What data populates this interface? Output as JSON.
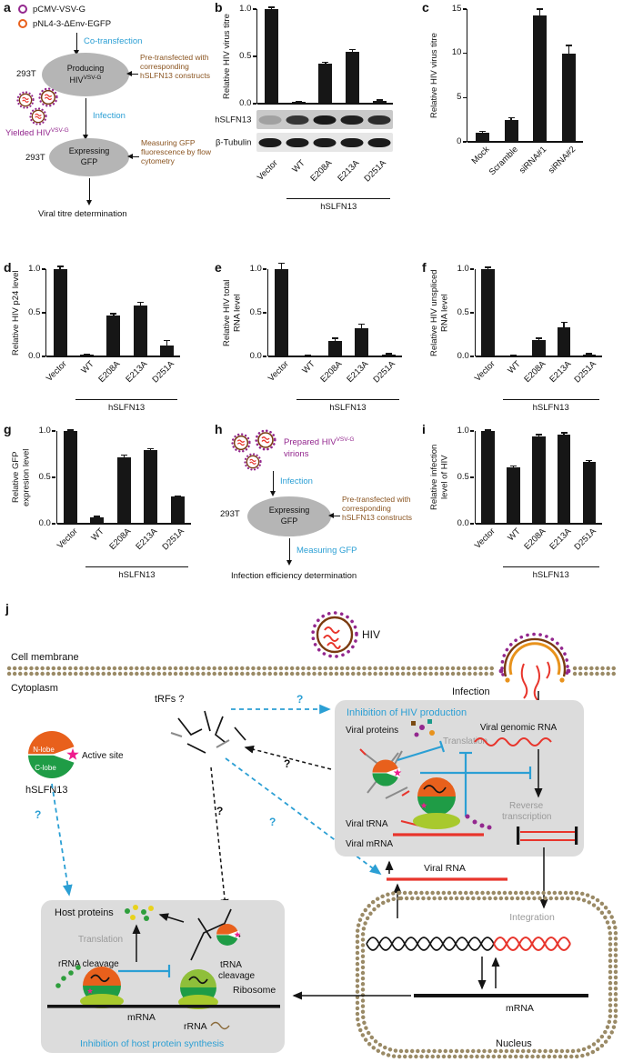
{
  "colors": {
    "blue": "#2b9fd4",
    "brown_text": "#8a5420",
    "purple_text": "#93278e",
    "red": "#e8352c",
    "orange": "#e8601c",
    "green": "#1f9c46",
    "light_green": "#8fbf3a",
    "yellow_green": "#a8c92d",
    "gray_box": "#dcdcdc",
    "gray_text": "#9a9a9a",
    "membrane": "#9a8a66",
    "magenta": "#ee1d8e",
    "bar": "#161616"
  },
  "chart_data": [
    {
      "id": "b",
      "type": "bar",
      "ylabel": "Relative HIV virus titre",
      "categories": [
        "Vector",
        "WT",
        "E208A",
        "E213A",
        "D251A"
      ],
      "values": [
        1.0,
        0.02,
        0.42,
        0.55,
        0.03
      ],
      "errors": [
        0.02,
        0.005,
        0.02,
        0.02,
        0.01
      ],
      "ylim": [
        0,
        1.0
      ],
      "yticks": [
        0,
        0.5,
        1.0
      ],
      "ytick_labels": [
        "0.0",
        "0.5",
        "1.0"
      ],
      "group_label": "hSLFN13",
      "group_span": [
        1,
        4
      ],
      "legend_position": "none",
      "grid": false
    },
    {
      "id": "c",
      "type": "bar",
      "ylabel": "Relative HIV virus titre",
      "categories": [
        "Mock",
        "Scramble",
        "siRNA#1",
        "siRNA#2"
      ],
      "values": [
        1.0,
        2.5,
        14.3,
        10.0
      ],
      "errors": [
        0.2,
        0.2,
        0.7,
        0.9
      ],
      "ylim": [
        0,
        15
      ],
      "yticks": [
        0,
        5,
        10,
        15
      ],
      "ytick_labels": [
        "0",
        "5",
        "10",
        "15"
      ],
      "grid": false
    },
    {
      "id": "d",
      "type": "bar",
      "ylabel": "Relative HIV p24 level",
      "categories": [
        "Vector",
        "WT",
        "E208A",
        "E213A",
        "D251A"
      ],
      "values": [
        1.0,
        0.02,
        0.47,
        0.58,
        0.13
      ],
      "errors": [
        0.03,
        0.005,
        0.02,
        0.04,
        0.05
      ],
      "ylim": [
        0,
        1.0
      ],
      "yticks": [
        0,
        0.5,
        1.0
      ],
      "ytick_labels": [
        "0.0",
        "0.5",
        "1.0"
      ],
      "group_label": "hSLFN13",
      "group_span": [
        1,
        4
      ],
      "grid": false
    },
    {
      "id": "e",
      "type": "bar",
      "ylabel": "Relative HIV total\nRNA level",
      "categories": [
        "Vector",
        "WT",
        "E208A",
        "E213A",
        "D251A"
      ],
      "values": [
        1.0,
        0.01,
        0.18,
        0.32,
        0.02
      ],
      "errors": [
        0.07,
        0.005,
        0.03,
        0.05,
        0.01
      ],
      "ylim": [
        0,
        1.0
      ],
      "yticks": [
        0,
        0.5,
        1.0
      ],
      "ytick_labels": [
        "0.0",
        "0.5",
        "1.0"
      ],
      "group_label": "hSLFN13",
      "group_span": [
        1,
        4
      ],
      "grid": false
    },
    {
      "id": "f",
      "type": "bar",
      "ylabel": "Relative HIV unspliced\nRNA level",
      "categories": [
        "Vector",
        "WT",
        "E208A",
        "E213A",
        "D251A"
      ],
      "values": [
        1.0,
        0.01,
        0.19,
        0.33,
        0.02
      ],
      "errors": [
        0.02,
        0.005,
        0.02,
        0.06,
        0.01
      ],
      "ylim": [
        0,
        1.0
      ],
      "yticks": [
        0,
        0.5,
        1.0
      ],
      "ytick_labels": [
        "0.0",
        "0.5",
        "1.0"
      ],
      "group_label": "hSLFN13",
      "group_span": [
        1,
        4
      ],
      "grid": false
    },
    {
      "id": "g",
      "type": "bar",
      "ylabel": "Relative GFP\nexpresion level",
      "categories": [
        "Vector",
        "WT",
        "E208A",
        "E213A",
        "D251A"
      ],
      "values": [
        1.0,
        0.07,
        0.72,
        0.79,
        0.29
      ],
      "errors": [
        0.01,
        0.01,
        0.02,
        0.02,
        0.01
      ],
      "ylim": [
        0,
        1.0
      ],
      "yticks": [
        0,
        0.5,
        1.0
      ],
      "ytick_labels": [
        "0.0",
        "0.5",
        "1.0"
      ],
      "group_label": "hSLFN13",
      "group_span": [
        1,
        4
      ],
      "grid": false
    },
    {
      "id": "i",
      "type": "bar",
      "ylabel": "Relative infection\nlevel of HIV",
      "categories": [
        "Vector",
        "WT",
        "E208A",
        "E213A",
        "D251A"
      ],
      "values": [
        1.0,
        0.61,
        0.94,
        0.96,
        0.67
      ],
      "errors": [
        0.01,
        0.01,
        0.02,
        0.02,
        0.01
      ],
      "ylim": [
        0,
        1.0
      ],
      "yticks": [
        0,
        0.5,
        1.0
      ],
      "ytick_labels": [
        "0.0",
        "0.5",
        "1.0"
      ],
      "group_label": "hSLFN13",
      "group_span": [
        1,
        4
      ],
      "grid": false
    }
  ],
  "panels": {
    "a": {
      "label": "a",
      "legend1": "pCMV-VSV-G",
      "legend2": "pNL4-3-ΔEnv-EGFP",
      "step1": "Co-transfection",
      "cell_line1": "293T",
      "cell1_l1": "Producing",
      "cell1_l2": "HIV",
      "cell1_sup": "VSV-G",
      "note1": "Pre-transfected with corresponding hSLFN13 constructs",
      "yielded_base": "Yielded HIV",
      "yielded_sup": "VSV-G",
      "step2": "Infection",
      "cell_line2": "293T",
      "cell2_l1": "Expressing",
      "cell2_l2": "GFP",
      "note2": "Measuring GFP fluorescence by flow cytometry",
      "outcome": "Viral titre determination"
    },
    "b": {
      "label": "b",
      "blot": {
        "rows": [
          {
            "label": "hSLFN13",
            "bands": [
              0.22,
              0.8,
              0.95,
              0.92,
              0.85
            ]
          },
          {
            "label": "β-Tubulin",
            "bands": [
              0.95,
              0.95,
              0.95,
              0.95,
              0.95
            ]
          }
        ]
      }
    },
    "c": {
      "label": "c"
    },
    "d": {
      "label": "d"
    },
    "e": {
      "label": "e"
    },
    "f": {
      "label": "f"
    },
    "g": {
      "label": "g"
    },
    "h": {
      "label": "h",
      "prepared_base": "Prepared HIV",
      "prepared_sup": "VSV-G",
      "prepared_tail": "virions",
      "step1": "Infection",
      "cell_line": "293T",
      "cell_l1": "Expressing",
      "cell_l2": "GFP",
      "note": "Pre-transfected with corresponding hSLFN13 constructs",
      "step2": "Measuring GFP",
      "outcome": "Infection efficiency determination"
    },
    "i": {
      "label": "i"
    },
    "j": {
      "label": "j",
      "hiv": "HIV",
      "cell_membrane": "Cell membrane",
      "cytoplasm": "Cytoplasm",
      "infection": "Infection",
      "trfs": "tRFs ?",
      "n_lobe": "N-lobe",
      "c_lobe": "C-lobe",
      "active_site": "Active site",
      "hslfn13": "hSLFN13",
      "box1_title": "Inhibition of HIV production",
      "viral_proteins": "Viral proteins",
      "translation_viral": "Translation",
      "viral_genomic_rna": "Viral genomic RNA",
      "reverse_1": "Reverse",
      "reverse_2": "transcription",
      "viral_trna": "Viral tRNA",
      "viral_mrna": "Viral mRNA",
      "viral_rna": "Viral RNA",
      "integration": "Integration",
      "mrna_nucleus": "mRNA",
      "nucleus": "Nucleus",
      "host_proteins": "Host proteins",
      "translation_host": "Translation",
      "rrna_cleavage": "rRNA cleavage",
      "trna_cleavage_1": "tRNA",
      "trna_cleavage_2": "cleavage",
      "ribosome": "Ribosome",
      "mrna_host": "mRNA",
      "rrna": "rRNA",
      "box2_title": "Inhibition of host protein synthesis",
      "q": "?"
    }
  }
}
